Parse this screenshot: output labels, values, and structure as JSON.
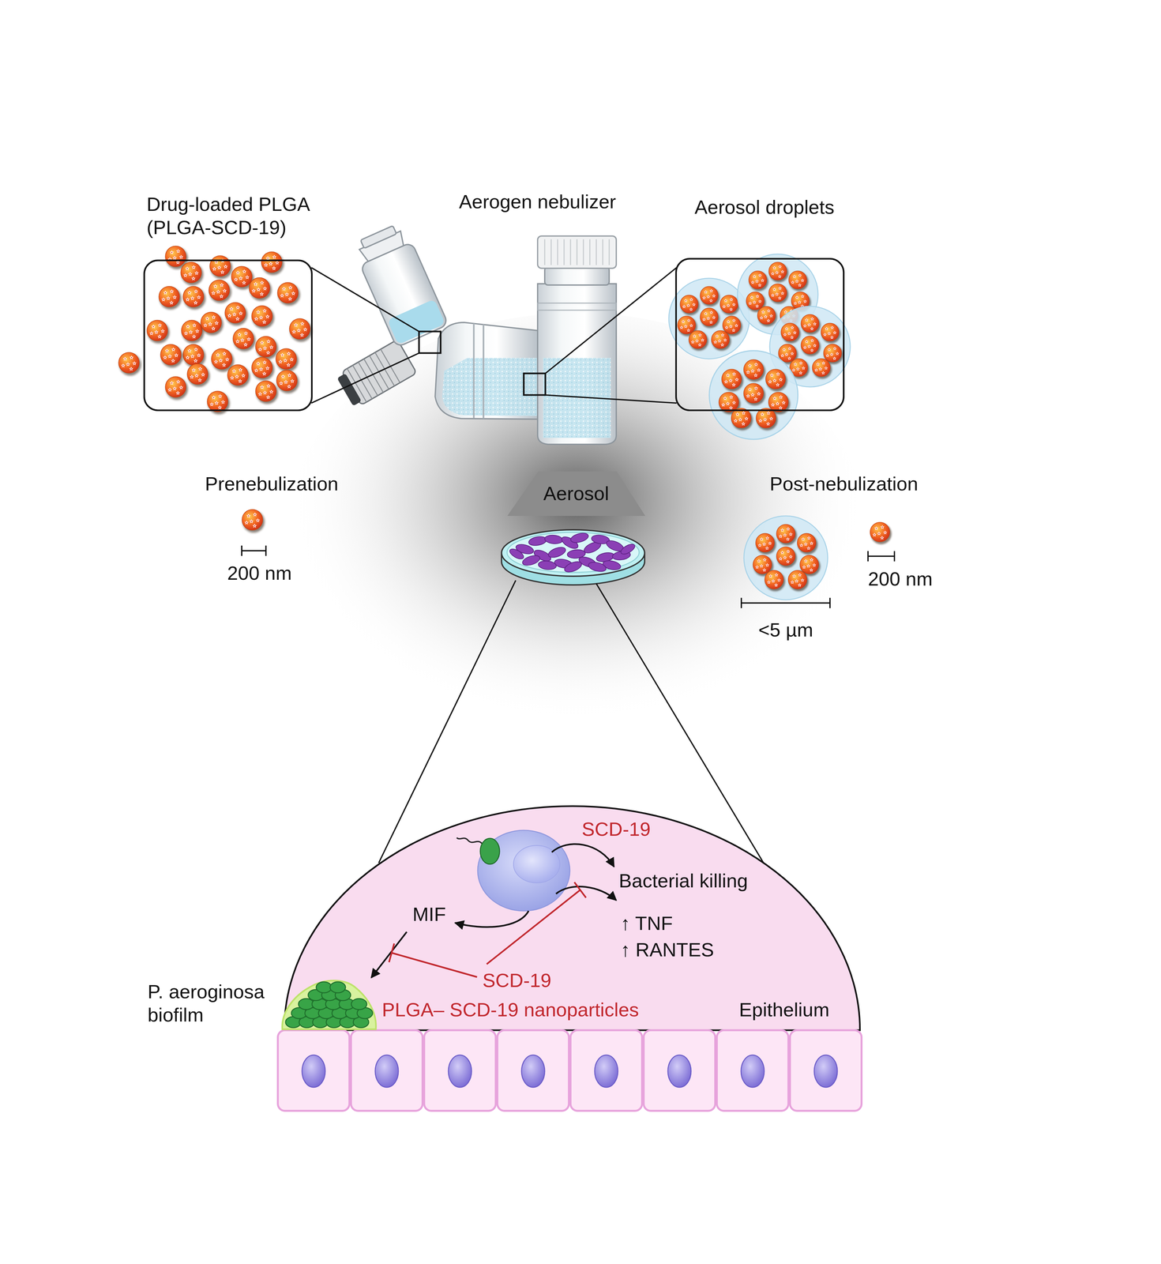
{
  "diagram": {
    "nodes": [
      {
        "text": [
          "Drug-loaded PLGA (PLGA-SCD-19)"
        ]
      },
      {
        "text": [
          "Aerosol droplets"
        ]
      },
      {
        "text": [
          "Aerosol"
        ]
      },
      {
        "text": [
          "P. aeroginosa biofilm"
        ]
      }
    ],
    "labels": [
      "Aerogen nebulizer",
      "Prenebulization",
      "200 nm",
      "Post-nebulization",
      "<5 µm",
      "200 nm",
      "SCD-19",
      "Bacterial killing",
      "MIF",
      "↑ TNF",
      "↑ RANTES",
      "SCD-19",
      "PLGA– SCD-19 nanoparticles",
      "Epithelium"
    ]
  }
}
